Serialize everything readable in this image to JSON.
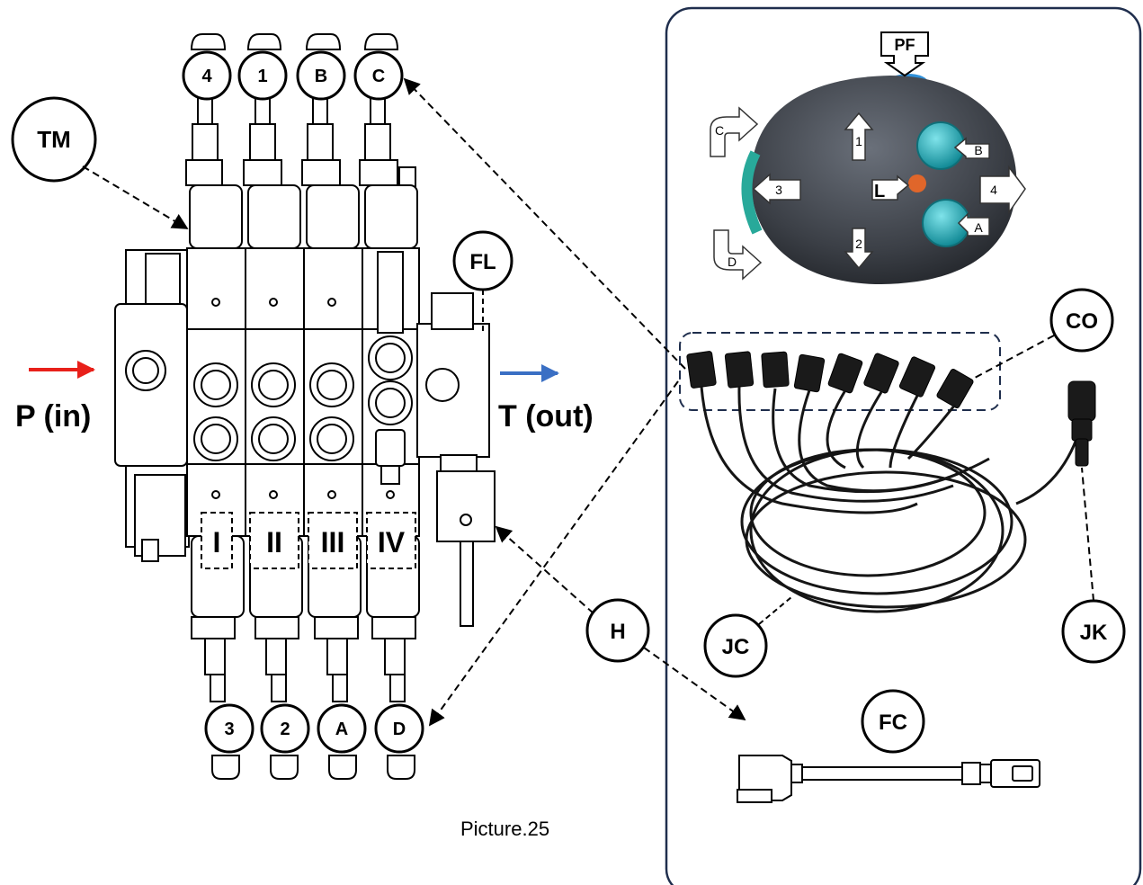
{
  "top_ports": [
    "4",
    "1",
    "B",
    "C"
  ],
  "bottom_ports": [
    "3",
    "2",
    "A",
    "D"
  ],
  "sections": [
    "I",
    "II",
    "III",
    "IV"
  ],
  "callouts": {
    "tm": "TM",
    "fl": "FL",
    "h": "H",
    "co": "CO",
    "jc": "JC",
    "jk": "JK",
    "fc": "FC"
  },
  "flow": {
    "inlet": "P (in)",
    "outlet": "T (out)"
  },
  "caption": "Picture.25",
  "joystick": {
    "pf": "PF",
    "l": "L",
    "arrows": {
      "up": "1",
      "down": "2",
      "left": "3",
      "right": "4",
      "btn_b": "B",
      "btn_a": "A",
      "rot_c": "C",
      "rot_d": "D"
    }
  },
  "colors": {
    "inlet_arrow": "#e8201a",
    "outlet_arrow": "#3a6fc4",
    "panel_border": "#1f2e4d",
    "joystick_body": "#4a4f57",
    "button_teal": "#22a9b5",
    "indicator_orange": "#e0662a",
    "pf_button": "#2e8fd8"
  }
}
